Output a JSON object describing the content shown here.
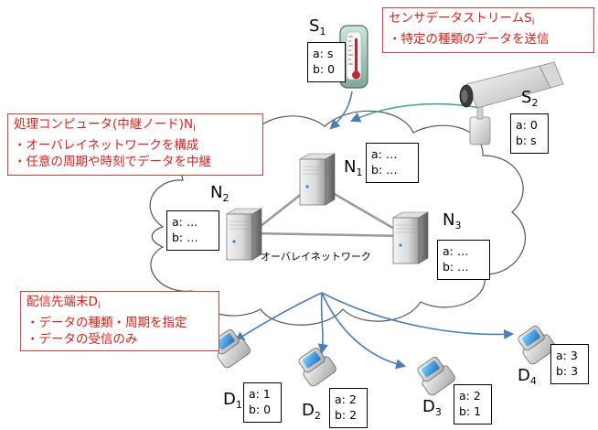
{
  "callouts": {
    "sensor": {
      "line1": "センサデータストリーム",
      "line1_var": "S",
      "line1_sub": "i",
      "line2": "・特定の種類のデータを送信"
    },
    "processor": {
      "line1": "処理コンピュータ(中継ノード)",
      "line1_var": "N",
      "line1_sub": "i",
      "line2": "・オーバレイネットワークを構成",
      "line3": "・任意の周期や時刻でデータを中継"
    },
    "destination": {
      "line1": "配信先端末",
      "line1_var": "D",
      "line1_sub": "i",
      "line2": "・データの種類・周期を指定",
      "line3": "・データの受信のみ"
    }
  },
  "network_label": "オーバレイネットワーク",
  "sensors": [
    {
      "name": "S",
      "sub": "1",
      "a": "a: s",
      "b": "b: 0"
    },
    {
      "name": "S",
      "sub": "2",
      "a": "a: 0",
      "b": "b: s"
    }
  ],
  "nodes": [
    {
      "name": "N",
      "sub": "1",
      "a": "a: …",
      "b": "b: …"
    },
    {
      "name": "N",
      "sub": "2",
      "a": "a: …",
      "b": "b: …"
    },
    {
      "name": "N",
      "sub": "3",
      "a": "a: …",
      "b": "b: …"
    }
  ],
  "terminals": [
    {
      "name": "D",
      "sub": "1",
      "a": "a: 1",
      "b": "b: 0"
    },
    {
      "name": "D",
      "sub": "2",
      "a": "a: 2",
      "b": "b: 2"
    },
    {
      "name": "D",
      "sub": "3",
      "a": "a: 2",
      "b": "b: 1"
    },
    {
      "name": "D",
      "sub": "4",
      "a": "a: 3",
      "b": "b: 3"
    }
  ],
  "colors": {
    "callout_text": "#e3201b",
    "arrow": "#4a7fb5",
    "cloud_stroke": "#555555"
  },
  "icons": [
    "thermometer-icon",
    "camera-icon",
    "server-icon",
    "phone-icon"
  ]
}
